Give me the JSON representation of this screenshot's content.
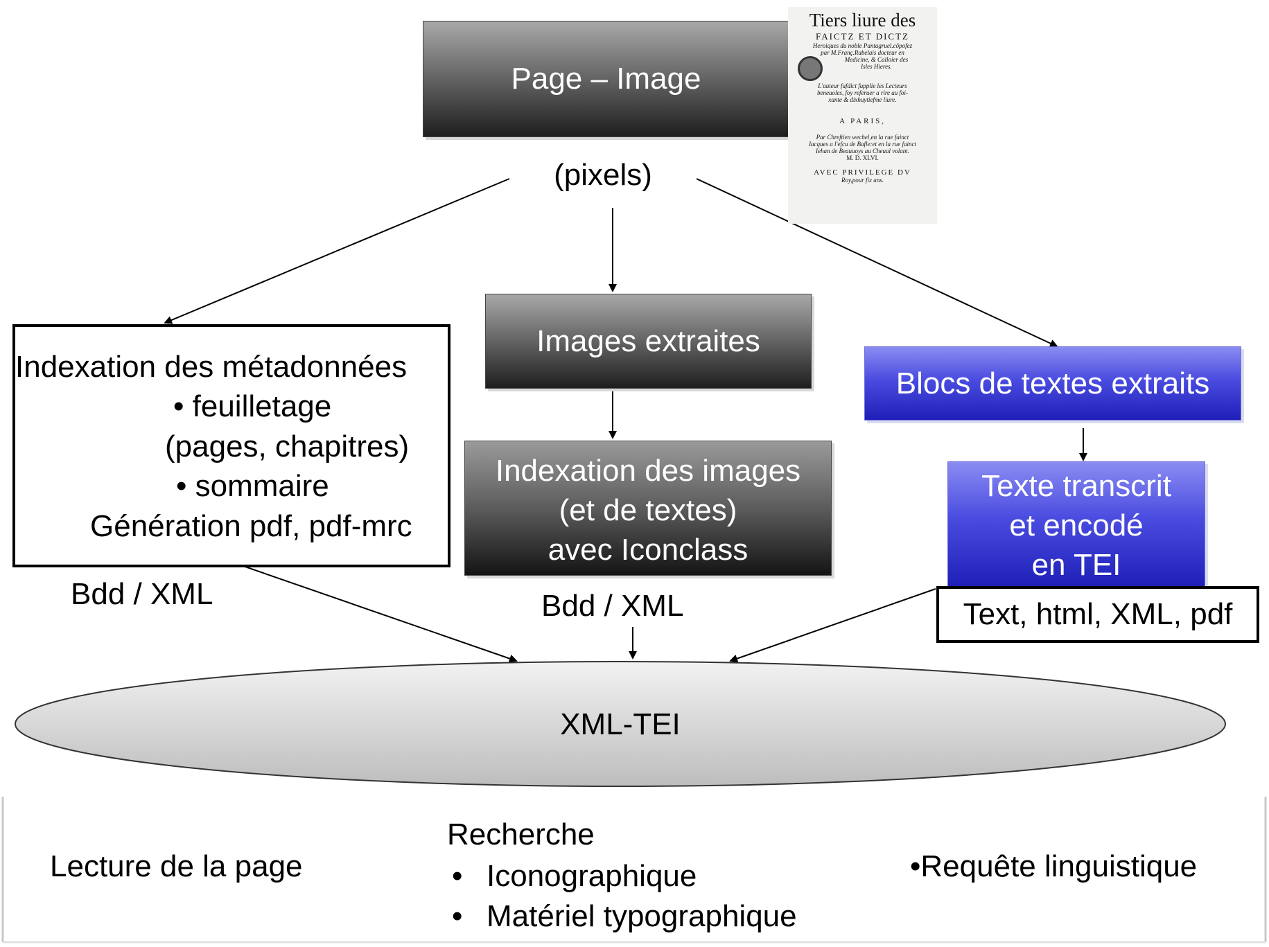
{
  "top": {
    "box_label": "Page – Image",
    "caption": "(pixels)"
  },
  "scan": {
    "l1": "Tiers liure des",
    "l2": "FAICTZ ET DICTZ",
    "l3": "Heroiques du noble Pantagruel.cõpofez",
    "l4": "par M.Franç.Rabelais docteur en",
    "l5": "Medicine, & Calloier des",
    "l6": "Isles Hieres.",
    "l7": "L'auteur fufdict fupplie les Lecteurs",
    "l8": "beneuoles, foy referuer a rire au foi-",
    "l9": "xante & dixhuytiefme liure.",
    "l10": "A PARIS,",
    "l11": "Par Chreftien wechel,en la rue fainct",
    "l12": "Iacques a l'efcu de Bafle:et en la rue fainct",
    "l13": "Iehan de Beauuoys au Cheual volant.",
    "l14": "M. D. XLVI.",
    "l15": "AVEC PRIVILEGE DV",
    "l16": "Roy,pour fix ans."
  },
  "left": {
    "title": "Indexation des métadonnées",
    "item1": "• feuilletage",
    "item1b": "(pages, chapitres)",
    "item2": "• sommaire",
    "item3": "Génération pdf, pdf-mrc",
    "footer": "Bdd / XML"
  },
  "middle": {
    "box1": "Images extraites",
    "box2_l1": "Indexation des images",
    "box2_l2": "(et de textes)",
    "box2_l3": "avec Iconclass",
    "footer": "Bdd / XML"
  },
  "right": {
    "box1": "Blocs de textes extraits",
    "box2_l1": "Texte transcrit",
    "box2_l2": "et encodé",
    "box2_l3": "en TEI",
    "formats": "Text, html, XML, pdf"
  },
  "ellipse": {
    "label": "XML-TEI"
  },
  "bottom": {
    "col1": "Lecture de la page",
    "col2_title": "Recherche",
    "col2_bullet": "•",
    "col2_item1": "Iconographique",
    "col2_item2": "Matériel typographique",
    "col3": "•Requête linguistique"
  }
}
